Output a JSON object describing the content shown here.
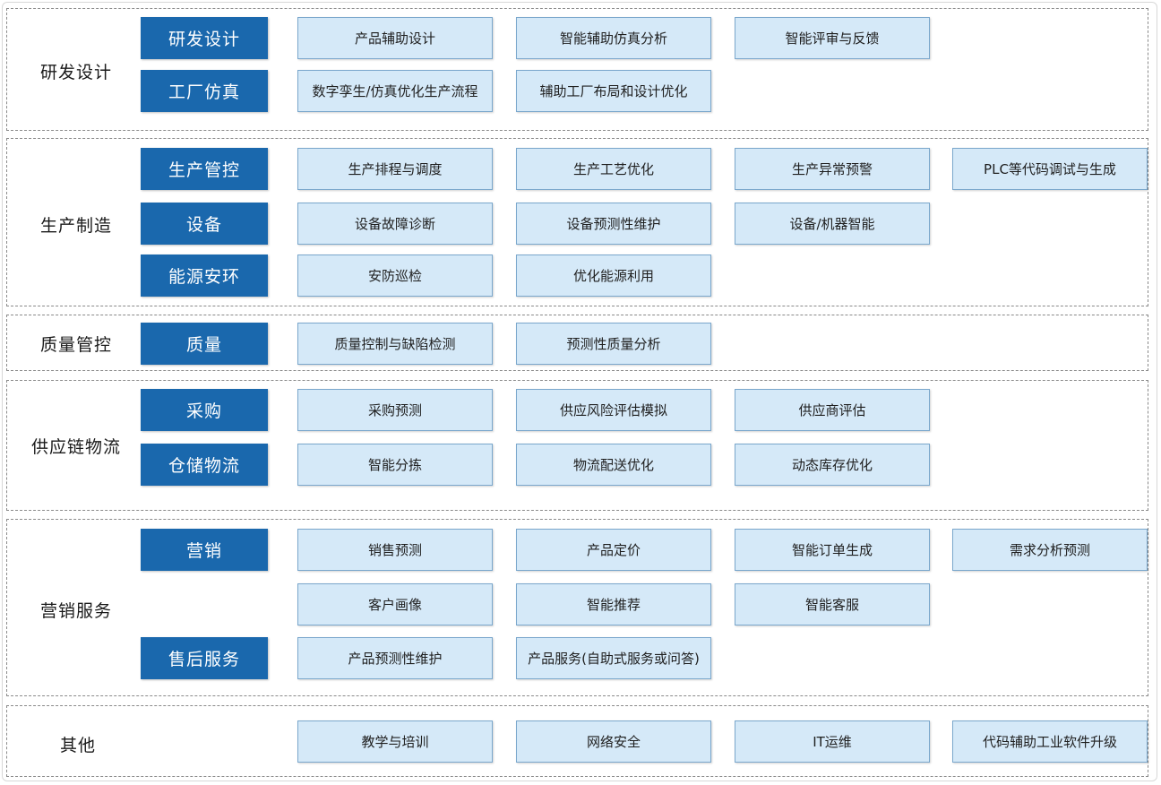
{
  "sections": [
    {
      "label": "研发设计",
      "rows": [
        {
          "sub": "研发设计",
          "items": [
            "产品辅助设计",
            "智能辅助仿真分析",
            "智能评审与反馈"
          ]
        },
        {
          "sub": "工厂仿真",
          "items": [
            "数字孪生/仿真优化生产流程",
            "辅助工厂布局和设计优化"
          ]
        }
      ]
    },
    {
      "label": "生产制造",
      "rows": [
        {
          "sub": "生产管控",
          "items": [
            "生产排程与调度",
            "生产工艺优化",
            "生产异常预警",
            "PLC等代码调试与生成"
          ]
        },
        {
          "sub": "设备",
          "items": [
            "设备故障诊断",
            "设备预测性维护",
            "设备/机器智能"
          ]
        },
        {
          "sub": "能源安环",
          "items": [
            "安防巡检",
            "优化能源利用"
          ]
        }
      ]
    },
    {
      "label": "质量管控",
      "rows": [
        {
          "sub": "质量",
          "items": [
            "质量控制与缺陷检测",
            "预测性质量分析"
          ]
        }
      ]
    },
    {
      "label": "供应链物流",
      "rows": [
        {
          "sub": "采购",
          "items": [
            "采购预测",
            "供应风险评估模拟",
            "供应商评估"
          ]
        },
        {
          "sub": "仓储物流",
          "items": [
            "智能分拣",
            "物流配送优化",
            "动态库存优化"
          ]
        }
      ]
    },
    {
      "label": "营销服务",
      "rows": [
        {
          "sub": "营销",
          "items": [
            "销售预测",
            "产品定价",
            "智能订单生成",
            "需求分析预测"
          ]
        },
        {
          "sub": "",
          "items": [
            "客户画像",
            "智能推荐",
            "智能客服"
          ]
        },
        {
          "sub": "售后服务",
          "items": [
            "产品预测性维护",
            "产品服务(自助式服务或问答)"
          ]
        }
      ]
    },
    {
      "label": "其他",
      "rows": [
        {
          "sub": "",
          "items": [
            "教学与培训",
            "网络安全",
            "IT运维",
            "代码辅助工业软件升级"
          ]
        }
      ]
    }
  ]
}
